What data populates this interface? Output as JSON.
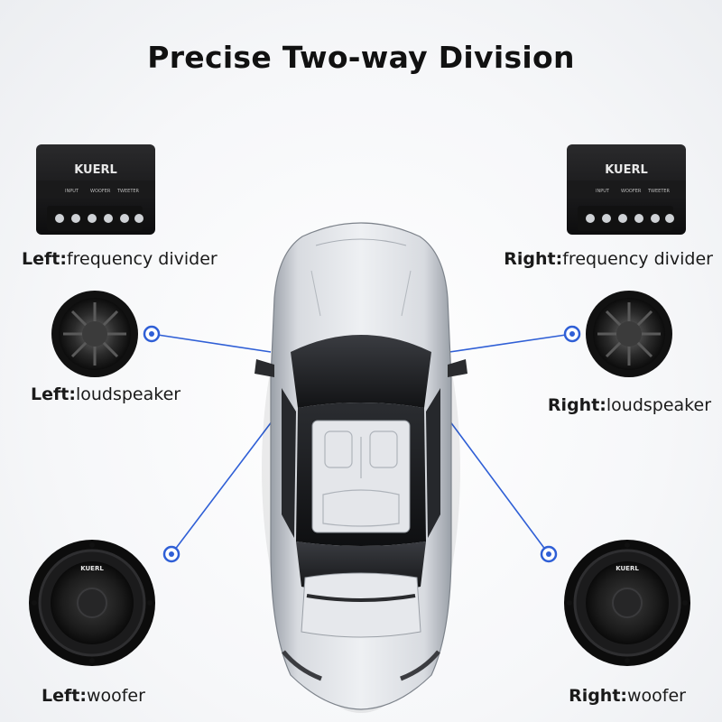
{
  "title": "Precise Two-way Division",
  "brand": "KUERL",
  "divider_terminals": [
    "INPUT",
    "WOOFER",
    "TWEETER"
  ],
  "labels": {
    "left_divider": {
      "side": "Left:",
      "part": "frequency divider"
    },
    "right_divider": {
      "side": "Right:",
      "part": "frequency divider"
    },
    "left_loudspeaker": {
      "side": "Left:",
      "part": "loudspeaker"
    },
    "right_loudspeaker": {
      "side": "Right:",
      "part": "loudspeaker"
    },
    "left_woofer": {
      "side": "Left:",
      "part": "woofer"
    },
    "right_woofer": {
      "side": "Right:",
      "part": "woofer"
    }
  },
  "colors": {
    "connector_line": "#2f5fd6",
    "car_body": "#c9ccd1",
    "glass": "#1c1d20",
    "speaker": "#1a1a1a"
  }
}
